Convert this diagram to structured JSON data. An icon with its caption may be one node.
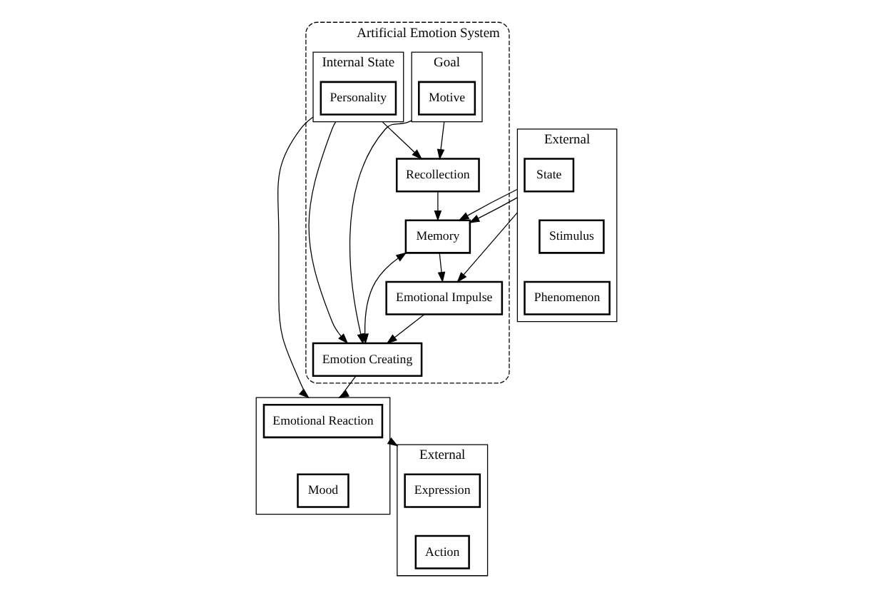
{
  "diagram": {
    "nodes": [
      {
        "text": [
          "Artificial Emotion System"
        ]
      },
      {
        "text": [
          "Recollection"
        ],
        "in": 0
      },
      {
        "text": [
          "Goal"
        ],
        "in": 0
      },
      {
        "text": [
          "Motive"
        ],
        "in": 2
      },
      {
        "text": [
          "Internal State"
        ],
        "in": 0
      },
      {
        "text": [
          "Personality"
        ],
        "in": 4
      },
      {
        "text": [
          "Memory"
        ],
        "in": 0
      },
      {
        "text": [
          "Emotional Impulse"
        ],
        "in": 0
      },
      {
        "text": [
          "Emotion Creating"
        ],
        "in": 0
      },
      {
        "text": [],
        "shape": "box"
      },
      {
        "text": [
          "Emotional Reaction"
        ],
        "in": 9
      },
      {
        "text": [
          "Mood"
        ],
        "in": 9
      },
      {
        "text": [
          "External"
        ]
      },
      {
        "text": [
          "State"
        ],
        "in": 12
      },
      {
        "text": [
          "Stimulus"
        ],
        "in": 12
      },
      {
        "text": [
          "Phenomenon"
        ],
        "in": 12
      },
      {
        "text": [
          "External"
        ]
      },
      {
        "text": [
          "Expression"
        ],
        "in": 16
      },
      {
        "text": [
          "Action"
        ],
        "in": 16
      }
    ],
    "edges": [
      {
        "from": 2,
        "to": 1,
        "arrow": "to"
      },
      {
        "from": 4,
        "to": 1,
        "arrow": "to"
      },
      {
        "from": 1,
        "to": 6,
        "arrow": "to"
      },
      {
        "from": 6,
        "to": 7,
        "arrow": "to"
      },
      {
        "from": 6,
        "to": 8,
        "arrow": "both"
      },
      {
        "from": 2,
        "to": 8,
        "arrow": "to"
      },
      {
        "from": 4,
        "to": 8,
        "arrow": "to"
      },
      {
        "from": 4,
        "to": 9,
        "arrow": "to"
      },
      {
        "from": 7,
        "to": 8,
        "arrow": "to"
      },
      {
        "from": 8,
        "to": 9,
        "arrow": "to"
      },
      {
        "from": 12,
        "to": 7,
        "arrow": "to"
      },
      {
        "from": 12,
        "to": 6,
        "arrow": "to"
      },
      {
        "from": 12,
        "to": 6,
        "arrow": "to"
      },
      {
        "from": 9,
        "to": 16,
        "arrow": "to"
      }
    ]
  }
}
